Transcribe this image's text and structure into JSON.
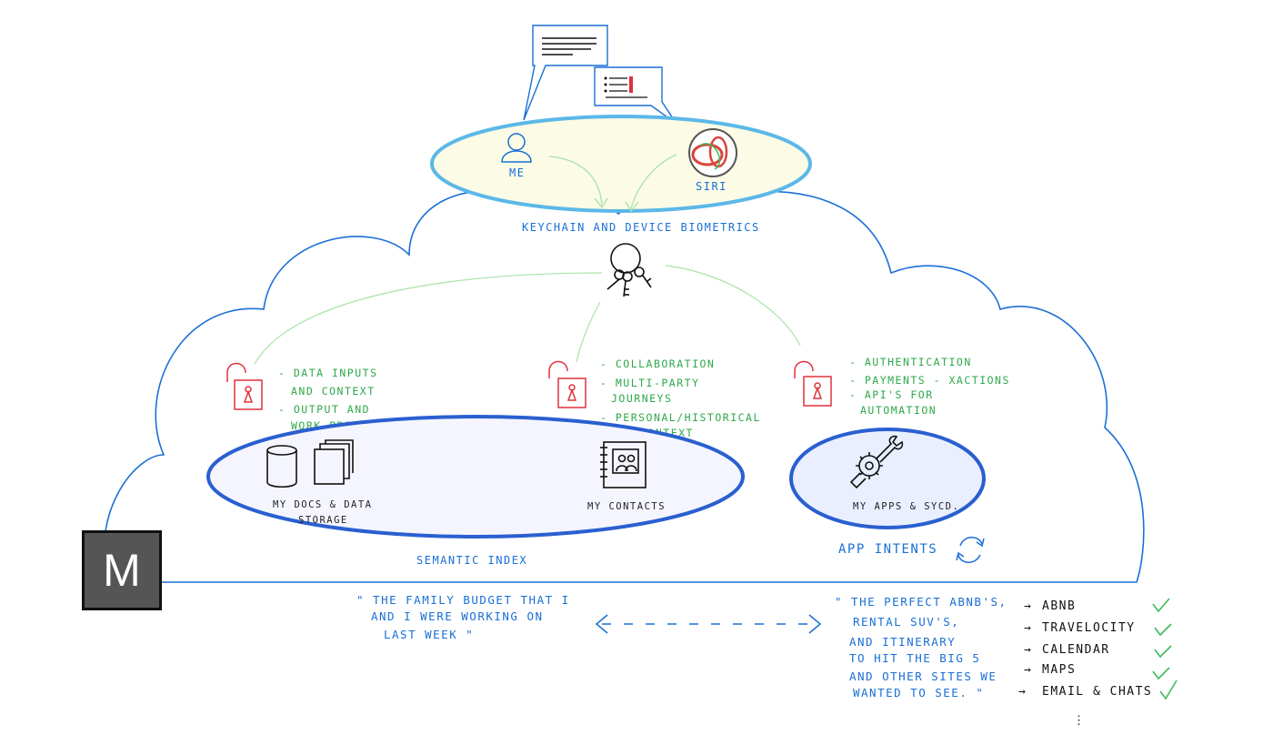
{
  "top": {
    "me_label": "ME",
    "siri_label": "SIRI",
    "keychain_label": "KEYCHAIN AND DEVICE BIOMETRICS"
  },
  "left_lock": {
    "bullets": [
      "- DATA INPUTS",
      "AND CONTEXT",
      "- OUTPUT AND",
      "WORK PRODUCT"
    ]
  },
  "middle_lock": {
    "bullets": [
      "- COLLABORATION",
      "- MULTI-PARTY",
      "JOURNEYS",
      "- PERSONAL/HISTORICAL",
      "CONTEXT"
    ]
  },
  "right_lock": {
    "bullets": [
      "- AUTHENTICATION",
      "- PAYMENTS - XACTIONS",
      "- API'S FOR",
      "AUTOMATION"
    ]
  },
  "index": {
    "docs_label_1": "MY DOCS & DATA",
    "docs_label_2": "STORAGE",
    "contacts_label": "MY CONTACTS",
    "semantic_label": "SEMANTIC INDEX"
  },
  "apps": {
    "apps_label": "MY APPS & SYCD.",
    "intents_label": "APP INTENTS"
  },
  "quote_left": [
    "\" THE FAMILY BUDGET THAT I",
    "AND I WERE WORKING ON",
    "LAST WEEK \""
  ],
  "quote_right": [
    "\" THE PERFECT ABNB'S,",
    "RENTAL SUV'S,",
    "AND ITINERARY",
    "TO HIT THE BIG 5",
    "AND OTHER SITES WE",
    "WANTED TO SEE. \""
  ],
  "destinations": [
    "ABNB",
    "TRAVELOCITY",
    "CALENDAR",
    "MAPS",
    "EMAIL & CHATS"
  ],
  "arrow_glyph": "→",
  "ellipsis": "⋮",
  "logo_letter": "M",
  "colors": {
    "cloud": "#1a6fd6",
    "ellipse_fill": "#f4f5ff",
    "ellipse_stroke": "#2a5fd0",
    "top_fill": "#fbfbe6",
    "top_stroke": "#5bb8e8",
    "lock": "#e0323c",
    "green": "#2fa84a"
  }
}
